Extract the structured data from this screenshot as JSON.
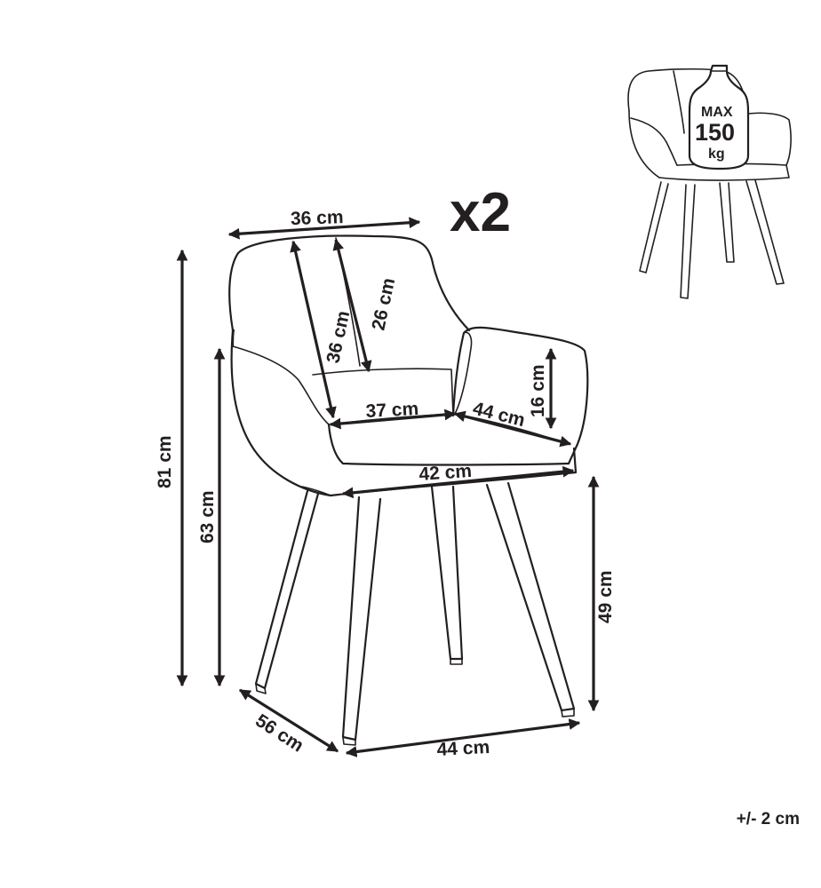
{
  "quantity_label": "x2",
  "max_load": {
    "line1": "MAX",
    "line2": "150",
    "line3": "kg"
  },
  "dimensions": {
    "top_width": "36 cm",
    "backrest_height": "36 cm",
    "backrest_inner": "26 cm",
    "seat_width_back": "37 cm",
    "seat_depth": "44 cm",
    "armrest_height": "16 cm",
    "seat_width_front": "42 cm",
    "total_height": "81 cm",
    "armrest_floor_height": "63 cm",
    "seat_height": "49 cm",
    "depth": "56 cm",
    "width": "44 cm"
  },
  "tolerance": "+/- 2 cm"
}
